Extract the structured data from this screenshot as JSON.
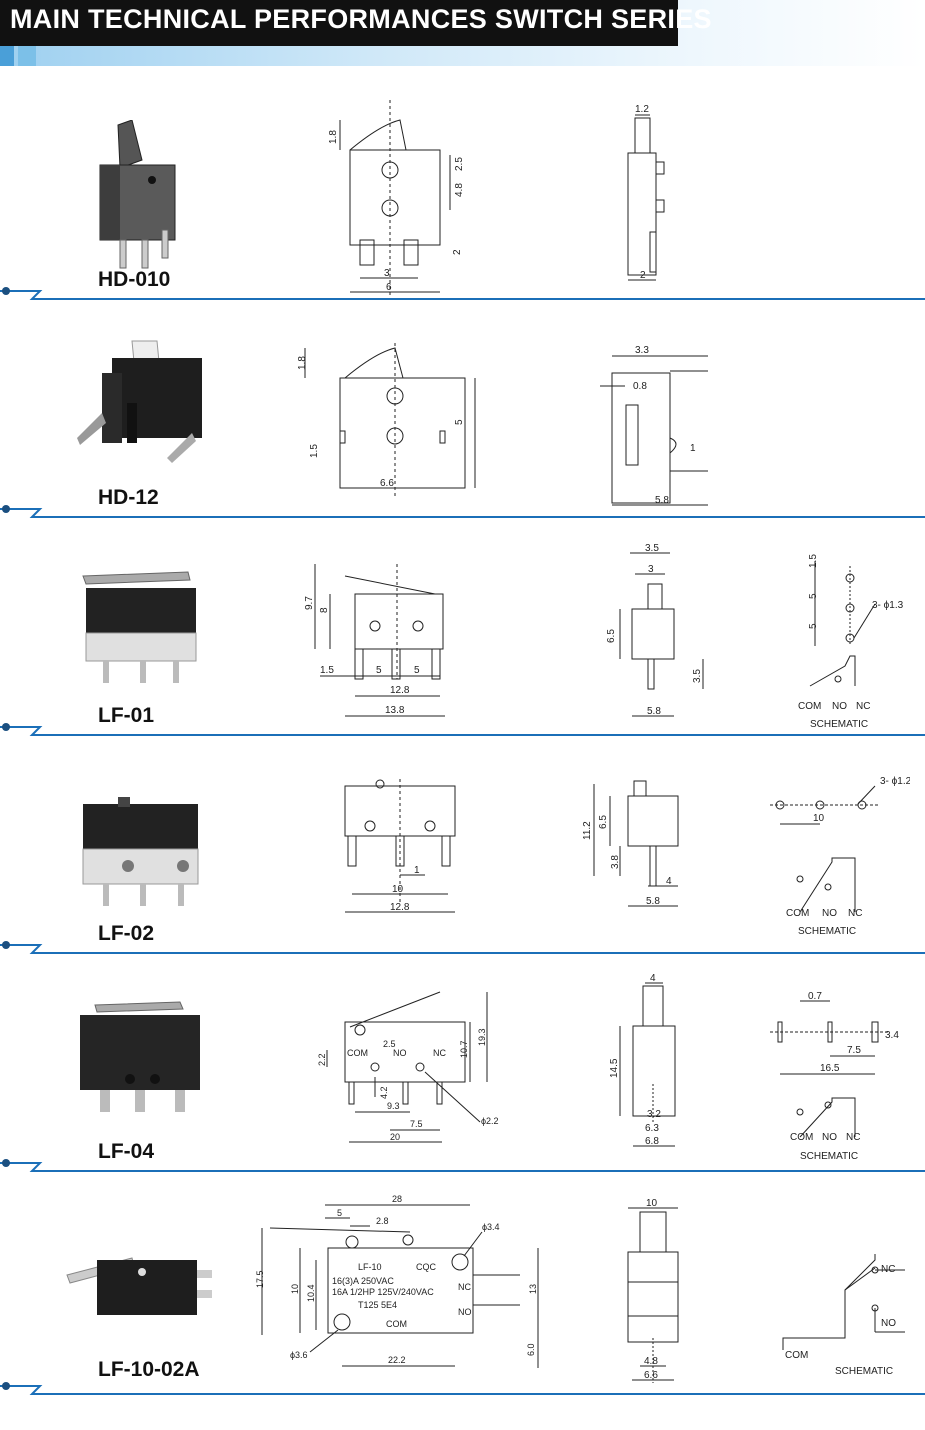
{
  "header": {
    "title": "MAIN TECHNICAL PERFORMANCES SWITCH SERIES",
    "accent_black": "#111111",
    "accent_blue": "#1565c0"
  },
  "rows": [
    {
      "model": "HD-010",
      "front_dims": {
        "top": "1.8",
        "upper": "2.5",
        "mid": "4.8",
        "legs": "2",
        "pin_pitch": "3",
        "width": "6"
      },
      "side_dims": {
        "top": "1.2",
        "bottom": "2"
      }
    },
    {
      "model": "HD-12",
      "front_dims": {
        "top": "1.8",
        "height": "5",
        "leg": "1.5",
        "width": "6.6"
      },
      "side_dims": {
        "top": "3.3",
        "inner": "0.8",
        "pin": "1",
        "width": "5.8"
      }
    },
    {
      "model": "LF-01",
      "front_dims": {
        "h_total": "9.7",
        "h_body": "8",
        "offset": "1.5",
        "p1": "5",
        "p2": "5",
        "pitch": "12.8",
        "width": "13.8"
      },
      "side_dims": {
        "top_outer": "3.5",
        "top_inner": "3",
        "h": "6.5",
        "pin": "3.5",
        "width": "5.8"
      },
      "schematic": {
        "s1": "1.5",
        "s2": "5",
        "s3": "5",
        "holes": "3- ϕ1.3",
        "com": "COM",
        "no": "NO",
        "nc": "NC",
        "label": "SCHEMATIC"
      }
    },
    {
      "model": "LF-02",
      "front_dims": {
        "offset": "1",
        "pitch": "10",
        "width": "12.8"
      },
      "side_dims": {
        "h_total": "11.2",
        "h_body": "6.5",
        "pin": "3.8",
        "pin_w": "4",
        "width": "5.8"
      },
      "schematic": {
        "holes": "3- ϕ1.2",
        "pitch": "10",
        "com": "COM",
        "no": "NO",
        "nc": "NC",
        "label": "SCHEMATIC"
      }
    },
    {
      "model": "LF-04",
      "front_dims": {
        "h1": "2.2",
        "h2": "10.7",
        "h3": "19.3",
        "off": "2.5",
        "pin": "4.2",
        "p1": "9.3",
        "p2": "7.5",
        "hole": "ϕ2.2",
        "width": "20",
        "com": "COM",
        "no": "NO",
        "nc": "NC"
      },
      "side_dims": {
        "top": "4",
        "h": "14.5",
        "a": "3.2",
        "b": "6.3",
        "width": "6.8"
      },
      "schematic": {
        "t": "0.7",
        "h": "3.4",
        "p1": "7.5",
        "p2": "16.5",
        "com": "COM",
        "no": "NO",
        "nc": "NC",
        "label": "SCHEMATIC"
      }
    },
    {
      "model": "LF-10-02A",
      "front_dims": {
        "w_top": "28",
        "d1": "5",
        "d2": "2.8",
        "hole_r": "ϕ3.4",
        "h_total": "17.5",
        "h_body": "10",
        "h_inner": "10.4",
        "label_model": "LF-10",
        "rating1": "16(3)A 250VAC",
        "rating2": "16A 1/2HP 125V/240VAC",
        "rating3": "T125 5E4",
        "cqc": "CQC",
        "nc": "NC",
        "no": "NO",
        "com": "COM",
        "h_right": "13",
        "h_right2": "6.0",
        "hole_l": "ϕ3.6",
        "w_bottom": "22.2"
      },
      "side_dims": {
        "top": "10",
        "b1": "4.8",
        "b2": "6.6"
      },
      "schematic": {
        "nc": "NC",
        "no": "NO",
        "com": "COM",
        "label": "SCHEMATIC"
      }
    }
  ]
}
